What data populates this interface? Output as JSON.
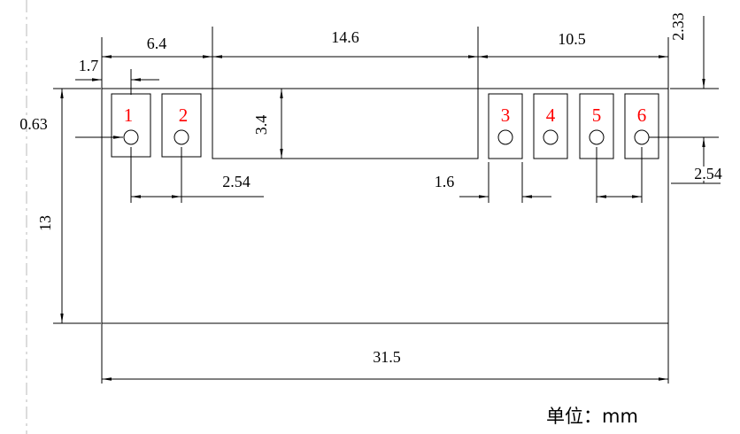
{
  "unit_label": "单位：mm",
  "colors": {
    "pad_number": "#ff0000",
    "line": "#000000"
  },
  "pads": [
    {
      "number": "1"
    },
    {
      "number": "2"
    },
    {
      "number": "3"
    },
    {
      "number": "4"
    },
    {
      "number": "5"
    },
    {
      "number": "6"
    }
  ],
  "dims": {
    "left_section_width": "6.4",
    "middle_section_width": "14.6",
    "right_section_width": "10.5",
    "edge_to_pin1": "1.7",
    "edge_to_pad": "0.63",
    "right_top_offset": "2.33",
    "middle_height": "3.4",
    "left_pitch": "2.54",
    "right_pad_width": "1.6",
    "right_pitch": "2.54",
    "board_height": "13",
    "board_width": "31.5"
  }
}
